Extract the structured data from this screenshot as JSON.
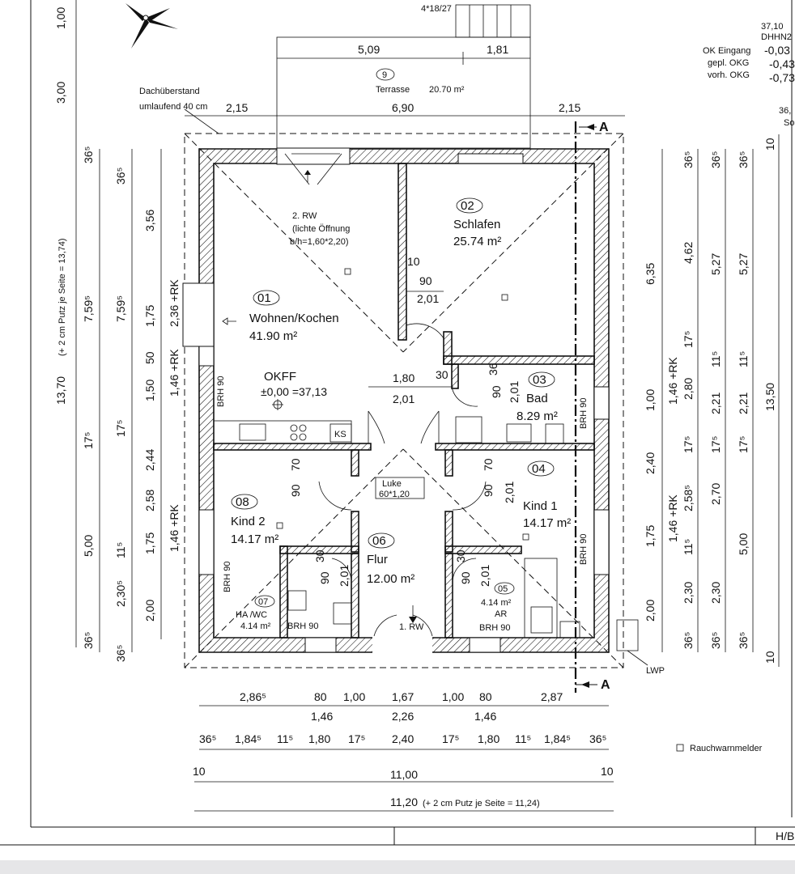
{
  "sheet": {
    "label_right": "H/B"
  },
  "top": {
    "stairs": "4*18/27",
    "terrace_dim_a": "5,09",
    "terrace_dim_b": "1,81",
    "terrace_no": "9",
    "terrace_name": "Terrasse",
    "terrace_area": "20.70 m²",
    "overhang_1": "Dachüberstand",
    "overhang_2": "umlaufend 40 cm",
    "dim_left": "2,15",
    "dim_mid": "6,90",
    "dim_right": "2,15",
    "section_a": "A"
  },
  "legend_tr": {
    "height": "37,10",
    "ref": "DHHN2",
    "ok_eingang_label": "OK Eingang",
    "ok_eingang_val": "-0,03",
    "gepl_label": "gepl. OKG",
    "gepl_val": "-0,43",
    "vorh_label": "vorh. OKG",
    "vorh_val": "-0,73",
    "val_36": "36,",
    "val_so": "So"
  },
  "rooms": [
    {
      "no": "01",
      "name": "Wohnen/Kochen",
      "area": "41.90 m²"
    },
    {
      "no": "02",
      "name": "Schlafen",
      "area": "25.74 m²"
    },
    {
      "no": "03",
      "name": "Bad",
      "area": "8.29 m²"
    },
    {
      "no": "04",
      "name": "Kind 1",
      "area": "14.17 m²"
    },
    {
      "no": "05",
      "name": "AR",
      "area": "4.14 m²"
    },
    {
      "no": "06",
      "name": "Flur",
      "area": "12.00 m²"
    },
    {
      "no": "07",
      "name": "HA /WC",
      "area": "4.14 m²"
    },
    {
      "no": "08",
      "name": "Kind 2",
      "area": "14.17 m²"
    }
  ],
  "labels": {
    "rw2_1": "2. RW",
    "rw2_2": "(lichte Öffnung",
    "rw2_3": "b/h=1,60*2,20)",
    "okff": "OKFF",
    "okff_val": "±0,00 =37,13",
    "rw1": "1. RW",
    "luke_1": "Luke",
    "luke_2": "60*1,20",
    "ks": "KS",
    "brh90": "BRH 90",
    "lwp": "LWP",
    "rauch": "Rauchwarnmelder",
    "d10": "10",
    "d90": "90",
    "d201": "2,01",
    "d180": "1,80",
    "d30": "30",
    "d36": "36",
    "d70": "70",
    "d94": "2,01"
  },
  "dims_bottom": {
    "row1": [
      "2,86⁵",
      "80",
      "1,00",
      "1,67",
      "1,00",
      "80",
      "2,87"
    ],
    "row1b": [
      "1,46",
      "2,26",
      "1,46"
    ],
    "row2": [
      "36⁵",
      "1,84⁵",
      "11⁵",
      "1,80",
      "17⁵",
      "2,40",
      "17⁵",
      "1,80",
      "11⁵",
      "1,84⁵",
      "36⁵"
    ],
    "row3_l": "10",
    "row3_m": "11,00",
    "row3_r": "10",
    "total": "11,20",
    "total_note": "(+ 2 cm Putz je Seite = 11,24)"
  },
  "dims_left": {
    "outer_top": "1,00",
    "outer_3": "3,00",
    "outer_total": "13,70",
    "outer_note": "(+ 2 cm Putz je Seite = 13,74)",
    "c1": [
      "36⁵",
      "7,59⁵",
      "17⁵",
      "5,00",
      "36⁵"
    ],
    "c2": [
      "36⁵",
      "7,59⁵",
      "17⁵",
      "11⁵",
      "2,30⁵",
      "36⁵"
    ],
    "c3": [
      "3,56",
      "1,75",
      "50",
      "1,50",
      "2,44",
      "2,58",
      "1,75",
      "2,00"
    ],
    "c4": [
      "2,36 +RK",
      "1,46 +RK",
      "1,46 +RK"
    ]
  },
  "dims_right": {
    "c1": [
      "6,35",
      "1,00",
      "2,40",
      "1,75",
      "2,00"
    ],
    "c2": [
      "1,46 +RK",
      "1,46 +RK"
    ],
    "c3": [
      "36⁵",
      "17⁵",
      "2,80",
      "17⁵",
      "2,58⁵",
      "11⁵",
      "2,30",
      "36⁵"
    ],
    "c4": [
      "36⁵",
      "4,62",
      "11⁵",
      "2,21",
      "17⁵",
      "2,70",
      "2,30",
      "36⁵"
    ],
    "c5": [
      "36⁵",
      "5,27",
      "11⁵",
      "2,21",
      "17⁵",
      "5,00",
      "36⁵"
    ],
    "c6": [
      "10",
      "13,50",
      "10"
    ]
  }
}
